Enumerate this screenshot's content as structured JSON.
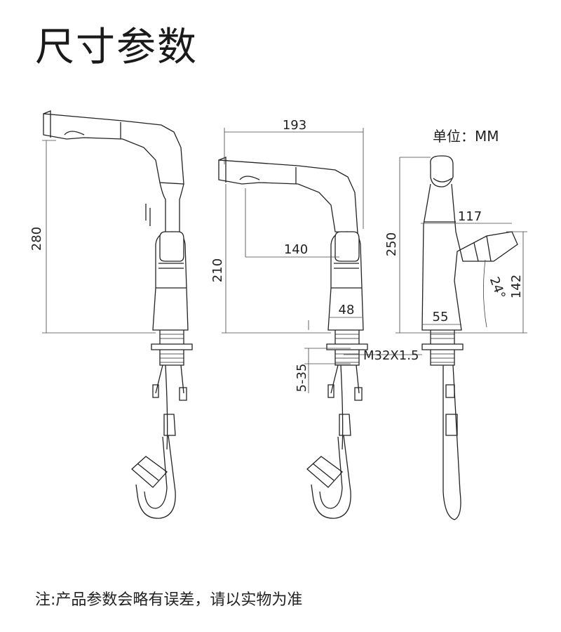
{
  "title": "尺寸参数",
  "unit_label": "单位：MM",
  "note": "注:产品参数会略有误差，请以实物为准",
  "dimensions": {
    "height_total": "280",
    "width_total": "193",
    "spout_reach": "140",
    "spout_height": "210",
    "base_width": "48",
    "deck_thickness": "5-35",
    "thread": "M32X1.5",
    "side_height": "250",
    "handle_length": "117",
    "handle_height": "142",
    "handle_angle": "24°",
    "base_depth": "55"
  }
}
